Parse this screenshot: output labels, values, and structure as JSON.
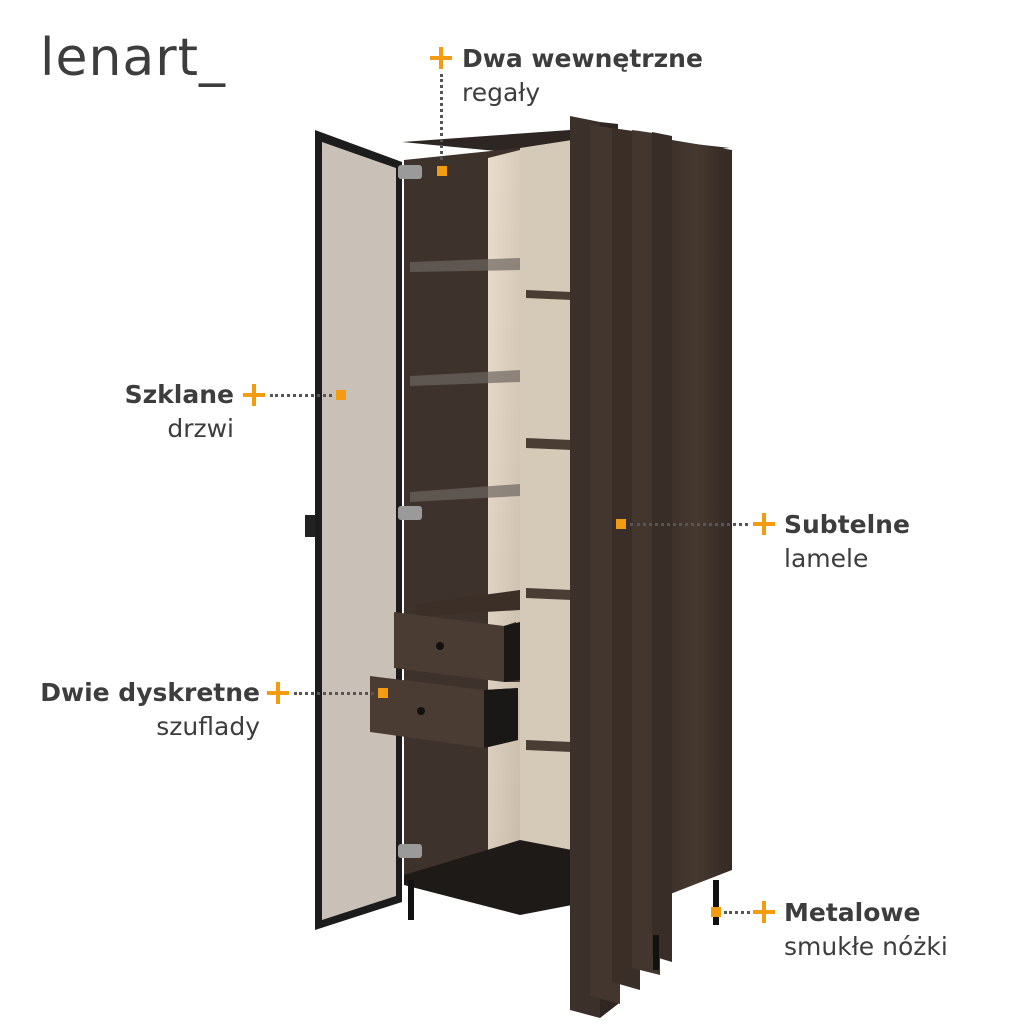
{
  "brand": {
    "name": "lenart",
    "suffix": "_"
  },
  "features": [
    {
      "id": "shelves",
      "title": "Dwa wewnętrzne",
      "subtitle": "regały"
    },
    {
      "id": "glass-door",
      "title": "Szklane",
      "subtitle": "drzwi"
    },
    {
      "id": "slats",
      "title": "Subtelne",
      "subtitle": "lamele"
    },
    {
      "id": "drawers",
      "title": "Dwie dyskretne",
      "subtitle": "szuflady"
    },
    {
      "id": "legs",
      "title": "Metalowe",
      "subtitle": "smukłe nóżki"
    }
  ],
  "colors": {
    "accent": "#f39c12",
    "wood_dark": "#3b302a",
    "interior_light": "#d8cdbf"
  }
}
